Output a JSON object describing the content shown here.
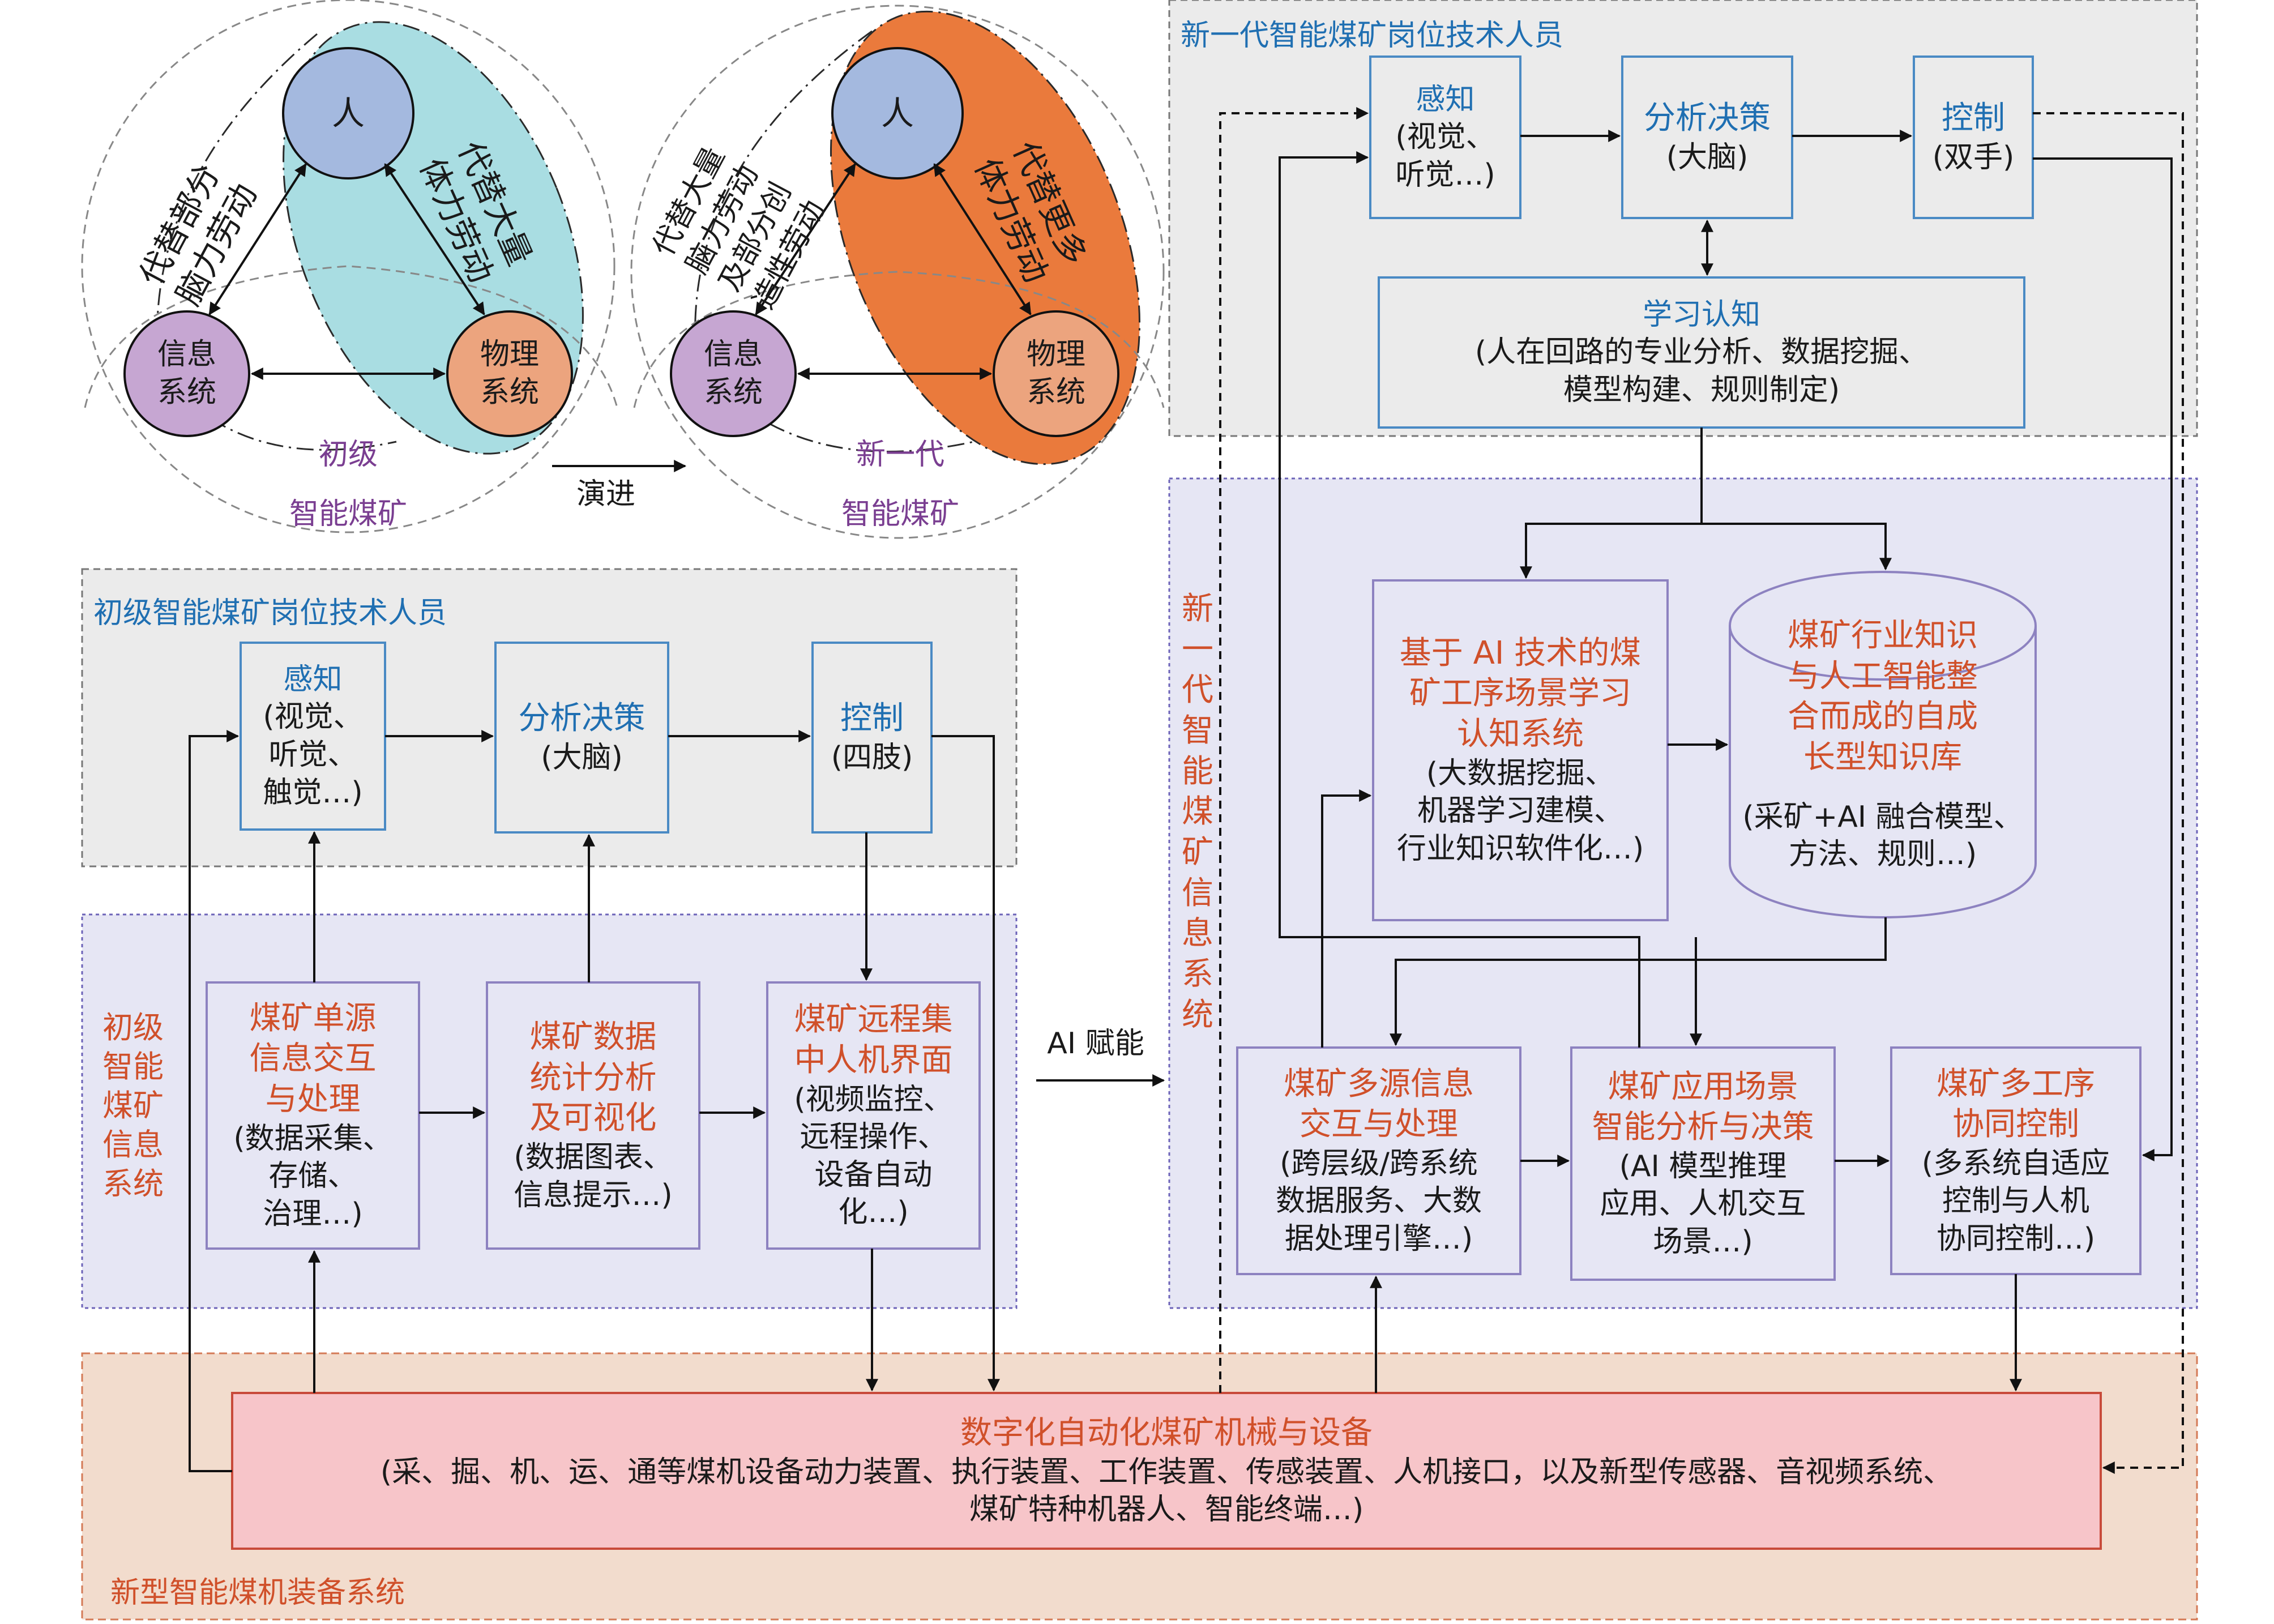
{
  "top_diagram": {
    "left": {
      "node_ren": "人",
      "node_info": "信息\n系统",
      "node_phys": "物理\n系统",
      "ellipse_text": "代替大量\n体力劳动",
      "left_text": "代替部分\n脑力劳动",
      "stage": "初级",
      "stage2": "智能煤矿"
    },
    "evolve_label": "演进",
    "right": {
      "node_ren": "人",
      "node_info": "信息\n系统",
      "node_phys": "物理\n系统",
      "ellipse_text": "代替更多\n体力劳动",
      "left_text": "代替大量\n脑力劳动\n及部分创\n造性劳动",
      "stage": "新一代",
      "stage2": "智能煤矿"
    }
  },
  "primary_staff": {
    "title": "初级智能煤矿岗位技术人员",
    "perceive": {
      "title": "感知",
      "body": "(视觉、\n听觉、\n触觉…)"
    },
    "decide": {
      "title": "分析决策",
      "body": "(大脑)"
    },
    "control": {
      "title": "控制",
      "body": "(四肢)"
    }
  },
  "primary_info": {
    "title": "初级\n智能\n煤矿\n信息\n系统",
    "box1": {
      "title": "煤矿单源\n信息交互\n与处理",
      "body": "(数据采集、\n存储、\n治理…)"
    },
    "box2": {
      "title": "煤矿数据\n统计分析\n及可视化",
      "body": "(数据图表、\n信息提示…)"
    },
    "box3": {
      "title": "煤矿远程集\n中人机界面",
      "body": "(视频监控、\n远程操作、\n设备自动\n化…)"
    }
  },
  "ai_label": "AI 赋能",
  "new_staff": {
    "title": "新一代智能煤矿岗位技术人员",
    "perceive": {
      "title": "感知",
      "body": "(视觉、\n听觉…)"
    },
    "decide": {
      "title": "分析决策",
      "body": "(大脑)"
    },
    "control": {
      "title": "控制",
      "body": "(双手)"
    },
    "learn": {
      "title": "学习认知",
      "body": "(人在回路的专业分析、数据挖掘、\n模型构建、规则制定)"
    }
  },
  "new_info": {
    "title": "新\n一\n代\n智\n能\n煤\n矿\n信\n息\n系\n统",
    "learn_sys": {
      "title": "基于 AI 技术的煤\n矿工序场景学习\n认知系统",
      "body": "(大数据挖掘、\n机器学习建模、\n行业知识软件化…)"
    },
    "kb": {
      "title": "煤矿行业知识\n与人工智能整\n合而成的自成\n长型知识库",
      "body": "(采矿+AI 融合模型、\n方法、规则…)"
    },
    "multi_info": {
      "title": "煤矿多源信息\n交互与处理",
      "body": "(跨层级/跨系统\n数据服务、大数\n据处理引擎…)"
    },
    "app_scene": {
      "title": "煤矿应用场景\n智能分析与决策",
      "body": "(AI 模型推理\n应用、人机交互\n场景…)"
    },
    "multi_ctrl": {
      "title": "煤矿多工序\n协同控制",
      "body": "(多系统自适应\n控制与人机\n协同控制…)"
    }
  },
  "equipment": {
    "title": "数字化自动化煤矿机械与设备",
    "body": "(采、掘、机、运、通等煤机设备动力装置、执行装置、工作装置、传感装置、人机接口，以及新型传感器、音视频系统、\n煤矿特种机器人、智能终端…)",
    "system": "新型智能煤机装备系统"
  },
  "colors": {
    "gray_bg": "#ebebeb",
    "lavender_bg": "#e6e6f4",
    "peach_bg": "#f2dccd",
    "pink_box": "#f7c5c9",
    "cyan": "#a9dde2",
    "orange": "#ea7a3c",
    "person": "#a4b9df",
    "info": "#c6a6d2",
    "phys": "#eca47e",
    "box_blue": "#4a8ac4",
    "box_purple": "#8d82c0",
    "text_blue": "#1f6fb2",
    "text_red": "#d0502a",
    "text_purple": "#7a3e91"
  }
}
